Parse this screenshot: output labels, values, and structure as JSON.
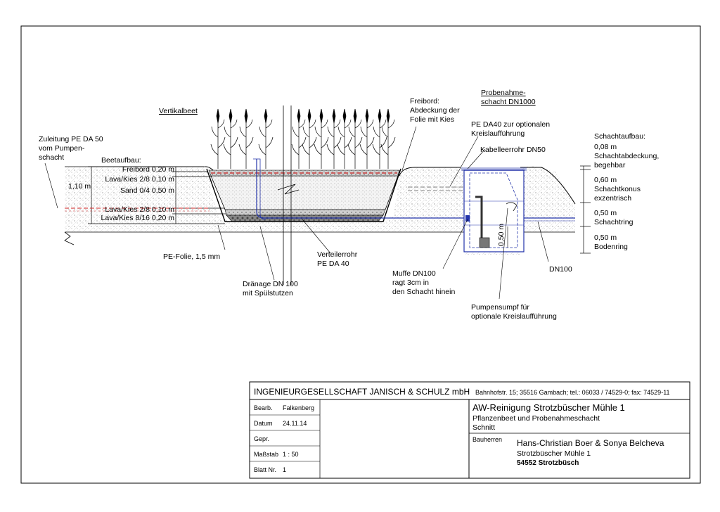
{
  "labels": {
    "vertikalbeet": "Vertikalbeet",
    "zuleitung": [
      "Zuleitung PE DA 50",
      "vom Pumpen-",
      "schacht"
    ],
    "beetaufbau": "Beetaufbau:",
    "hoehe_total": "1,10 m",
    "layers": [
      "Freibord 0,20 m",
      "Lava/Kies 2/8 0,10 m",
      "Sand 0/4 0,50 m",
      "Lava/Kies 2/8 0,10 m",
      "Lava/Kies 8/16 0,20 m"
    ],
    "pe_folie": "PE-Folie, 1,5 mm",
    "draenage": [
      "Dränage DN 100",
      "mit Spülstutzen"
    ],
    "verteilerrohr": [
      "Verteilerrohr",
      "PE DA 40"
    ],
    "freibord": [
      "Freibord:",
      "Abdeckung der",
      "Folie mit Kies"
    ],
    "probenahme": [
      "Probenahme-",
      "schacht DN1000"
    ],
    "pe_da40": [
      "PE DA40 zur optionalen",
      "Kreislaufführung"
    ],
    "kabelleerrohr": "Kabelleerrohr DN50",
    "muffe": [
      "Muffe DN100",
      "ragt 3cm in",
      "den Schacht hinein"
    ],
    "pumpensumpf": [
      "Pumpensumpf für",
      "optionale Kreislaufführung"
    ],
    "dn100": "DN100",
    "sumpf_hoehe": "0,50 m",
    "schachtaufbau": "Schachtaufbau:",
    "schacht_parts": [
      [
        "0,08 m",
        "Schachtabdeckung,",
        "begehbar"
      ],
      [
        "0,60 m",
        "Schachtkonus",
        "exzentrisch"
      ],
      [
        "0,50 m",
        "Schachtring"
      ],
      [
        "0,50 m",
        "Bodenring"
      ]
    ]
  },
  "title_block": {
    "company": "INGENIEURGESELLSCHAFT JANISCH & SCHULZ mbH",
    "address": "Bahnhofstr. 15; 35516 Gambach; tel.: 06033 / 74529-0; fax: 74529-11",
    "rows": [
      {
        "key": "Bearb.",
        "val": "Falkenberg"
      },
      {
        "key": "Datum",
        "val": "24.11.14"
      },
      {
        "key": "Gepr.",
        "val": ""
      },
      {
        "key": "Maßstab",
        "val": "1 : 50"
      },
      {
        "key": "Blatt Nr.",
        "val": "1"
      }
    ],
    "project_title": "AW-Reinigung Strotzbüscher Mühle 1",
    "project_sub1": "Pflanzenbeet und Probenahmeschacht",
    "project_sub2": "Schnitt",
    "bauherren_label": "Bauherren",
    "bauherren": [
      "Hans-Christian Boer & Sonya Belcheva",
      "Strotzbüscher Mühle 1"
    ],
    "bauherren_bold": "54552 Strotzbüsch"
  },
  "colors": {
    "line": "#000000",
    "pipe_blue": "#2233aa",
    "pipe_red": "#cc2222",
    "gravel": "#d8d8d8",
    "dark_gravel": "#9a9a9a"
  }
}
